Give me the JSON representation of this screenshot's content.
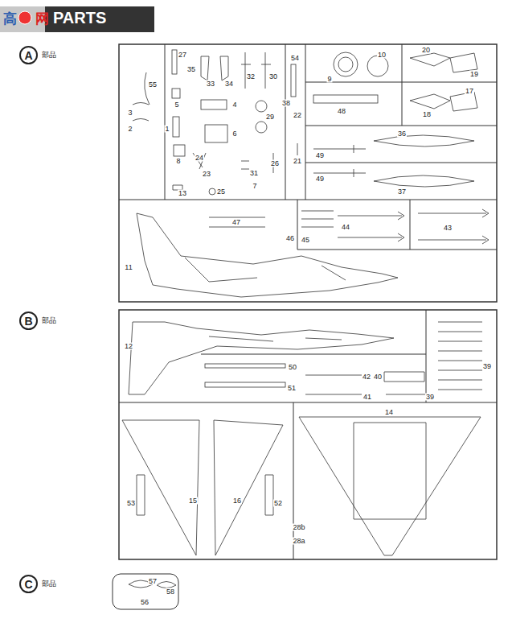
{
  "diagram": {
    "title": "PARTS",
    "nodes": [
      {
        "text": [
          "A",
          "部品"
        ]
      },
      {
        "text": [
          "B",
          "部品"
        ]
      },
      {
        "text": [
          "C",
          "部品"
        ]
      }
    ],
    "labels": [
      "高",
      "网",
      "27",
      "35",
      "55",
      "5",
      "33",
      "34",
      "32",
      "30",
      "54",
      "9",
      "10",
      "20",
      "19",
      "3",
      "4",
      "1",
      "2",
      "6",
      "29",
      "38",
      "22",
      "48",
      "17",
      "18",
      "8",
      "24",
      "23",
      "31",
      "26",
      "21",
      "49",
      "36",
      "49",
      "37",
      "13",
      "25",
      "7",
      "47",
      "46",
      "45",
      "44",
      "43",
      "11",
      "12",
      "50",
      "42",
      "40",
      "39",
      "51",
      "41",
      "39",
      "14",
      "53",
      "15",
      "16",
      "52",
      "28b",
      "28a",
      "57",
      "58",
      "56"
    ]
  }
}
